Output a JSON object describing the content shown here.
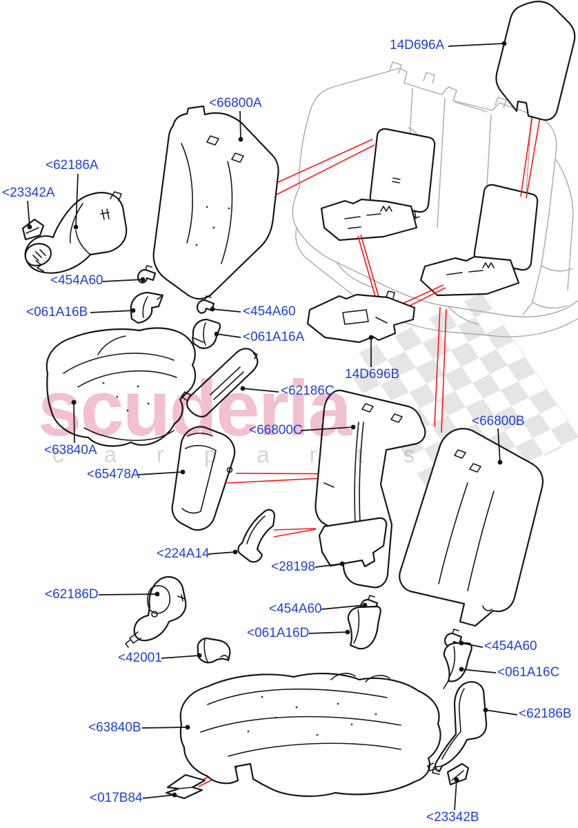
{
  "diagram": {
    "title": "rear seat exploded parts diagram",
    "label_color": "#1f3fd6",
    "red_line_color": "#ff1111",
    "watermark": {
      "line1": "scuderia",
      "line2": "carparts",
      "line1_color": "#f2c0ce",
      "line2_color": "#d6d6d6"
    },
    "labels": [
      {
        "id": "14D696A",
        "text": "14D696A"
      },
      {
        "id": "66800A",
        "text": "<66800A"
      },
      {
        "id": "62186A",
        "text": "<62186A"
      },
      {
        "id": "23342A",
        "text": "<23342A"
      },
      {
        "id": "454A60-1",
        "text": "<454A60"
      },
      {
        "id": "061A16B",
        "text": "<061A16B"
      },
      {
        "id": "454A60-2",
        "text": "<454A60"
      },
      {
        "id": "061A16A",
        "text": "<061A16A"
      },
      {
        "id": "14D696B",
        "text": "14D696B"
      },
      {
        "id": "62186C",
        "text": "<62186C"
      },
      {
        "id": "66800C",
        "text": "<66800C"
      },
      {
        "id": "66800B",
        "text": "<66800B"
      },
      {
        "id": "63840A",
        "text": "<63840A"
      },
      {
        "id": "65478A",
        "text": "<65478A"
      },
      {
        "id": "224A14",
        "text": "<224A14"
      },
      {
        "id": "28198",
        "text": "<28198"
      },
      {
        "id": "62186D",
        "text": "<62186D"
      },
      {
        "id": "454A60-3",
        "text": "<454A60"
      },
      {
        "id": "061A16D",
        "text": "<061A16D"
      },
      {
        "id": "454A60-4",
        "text": "<454A60"
      },
      {
        "id": "061A16C",
        "text": "<061A16C"
      },
      {
        "id": "42001",
        "text": "<42001"
      },
      {
        "id": "63840B",
        "text": "<63840B"
      },
      {
        "id": "62186B",
        "text": "<62186B"
      },
      {
        "id": "017B84",
        "text": "<017B84"
      },
      {
        "id": "23342B",
        "text": "<23342B"
      }
    ]
  }
}
